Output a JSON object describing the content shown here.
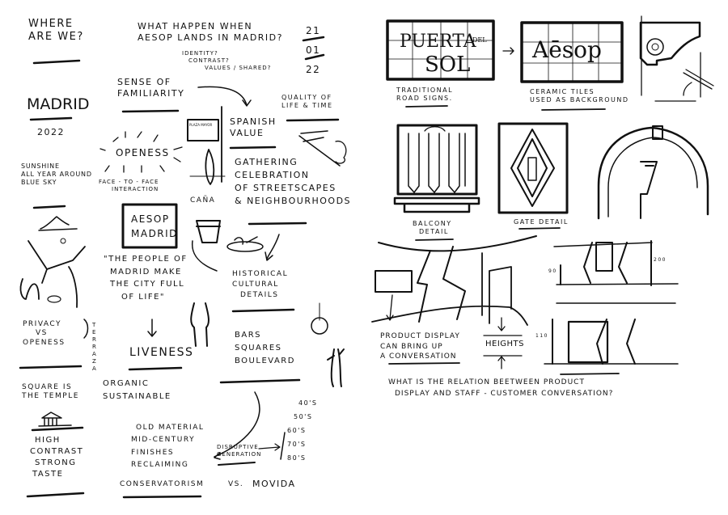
{
  "left_page": {
    "where_are_we": [
      "WHERE",
      "ARE WE?"
    ],
    "question": [
      "WHAT HAPPEN WHEN",
      "AESOP LANDS IN MADRID?"
    ],
    "sub_questions": [
      "IDENTITY?",
      "CONTRAST?",
      "VALUES / SHARED?"
    ],
    "date": [
      "21",
      "01",
      "22"
    ],
    "madrid": "MADRID",
    "year": "2022",
    "sense": [
      "SENSE OF",
      "FAMILIARITY"
    ],
    "quality": [
      "QUALITY OF",
      "LIFE & TIME"
    ],
    "spanish_value": [
      "SPANISH",
      "VALUE"
    ],
    "openess": "OPENESS",
    "face_to_face": [
      "FACE - TO - FACE",
      "INTERACTION"
    ],
    "sunshine": [
      "SUNSHINE",
      "ALL YEAR AROUND",
      "BLUE SKY"
    ],
    "gathering": [
      "GATHERING",
      "CELEBRATION",
      "OF STREETSCAPES",
      "& NEIGHBOURHOODS"
    ],
    "cana": "CAÑA",
    "plaza_sign": "PLAZA MAYOR",
    "aesop_madrid": [
      "AESOP",
      "MADRID"
    ],
    "people_quote": [
      "\"THE PEOPLE OF",
      "MADRID MAKE",
      "THE CITY FULL",
      "OF LIFE\""
    ],
    "historical": [
      "HISTORICAL",
      "CULTURAL",
      "DETAILS"
    ],
    "privacy": [
      "PRIVACY",
      "VS",
      "OPENESS"
    ],
    "terraza": "TERRAZA",
    "liveness": "LIVENESS",
    "bars": [
      "BARS",
      "SQUARES",
      "BOULEVARD"
    ],
    "organic": [
      "ORGANIC",
      "SUSTAINABLE"
    ],
    "square": [
      "SQUARE IS",
      "THE TEMPLE"
    ],
    "high_contrast": [
      "HIGH",
      "CONTRAST",
      "STRONG",
      "TASTE"
    ],
    "old_material": [
      "OLD MATERIAL",
      "MID-CENTURY",
      "FINISHES",
      "RECLAIMING"
    ],
    "conservatorism": "CONSERVATORISM",
    "vs": "VS.",
    "movida": "MOVIDA",
    "disruptive": [
      "DISRUPTIVE",
      "GENERATION"
    ],
    "decades": [
      "40'S",
      "50'S",
      "60'S",
      "70'S",
      "80'S"
    ]
  },
  "right_page": {
    "puerta_sign": [
      "PUERTA",
      "DEL",
      "SOL"
    ],
    "aesop_sign": "Aēsop",
    "traditional": [
      "TRADITIONAL",
      "ROAD SIGNS."
    ],
    "ceramic": [
      "CERAMIC TILES",
      "USED AS BACKGROUND"
    ],
    "balcony": [
      "BALCONY",
      "DETAIL"
    ],
    "gate": "GATE DETAIL",
    "product_display": [
      "PRODUCT DISPLAY",
      "CAN BRING UP",
      "A CONVERSATION"
    ],
    "heights": "HEIGHTS",
    "dim_200": "200",
    "dim_90": "90",
    "dim_110": "110",
    "relation_question": [
      "WHAT IS THE RELATION BEETWEEN PRODUCT",
      "DISPLAY AND STAFF - CUSTOMER CONVERSATION?"
    ]
  }
}
